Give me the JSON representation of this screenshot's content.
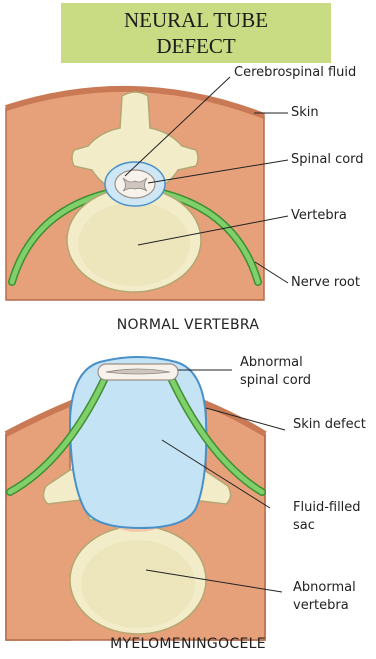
{
  "title": {
    "line1": "NEURAL TUBE",
    "line2": "DEFECT"
  },
  "normal": {
    "caption": "NORMAL VERTEBRA",
    "labels": {
      "csf": "Cerebrospinal fluid",
      "skin": "Skin",
      "cord": "Spinal cord",
      "vertebra": "Vertebra",
      "nerve": "Nerve root"
    }
  },
  "myelo": {
    "caption": "MYELOMENINGOCELE",
    "labels": {
      "abn_cord_1": "Abnormal",
      "abn_cord_2": "spinal cord",
      "skin_defect": "Skin defect",
      "sac_1": "Fluid-filled",
      "sac_2": "sac",
      "abn_vert_1": "Abnormal",
      "abn_vert_2": "vertebra"
    }
  },
  "colors": {
    "banner": "#c9dc84",
    "skin": "#e8a883",
    "skin_edge": "#c97a55",
    "bone": "#f2ecc8",
    "bone_edge": "#b9ad7a",
    "nerve": "#6cc25a",
    "fluid": "#bfe0f2",
    "fluid_edge": "#4a90c8"
  }
}
